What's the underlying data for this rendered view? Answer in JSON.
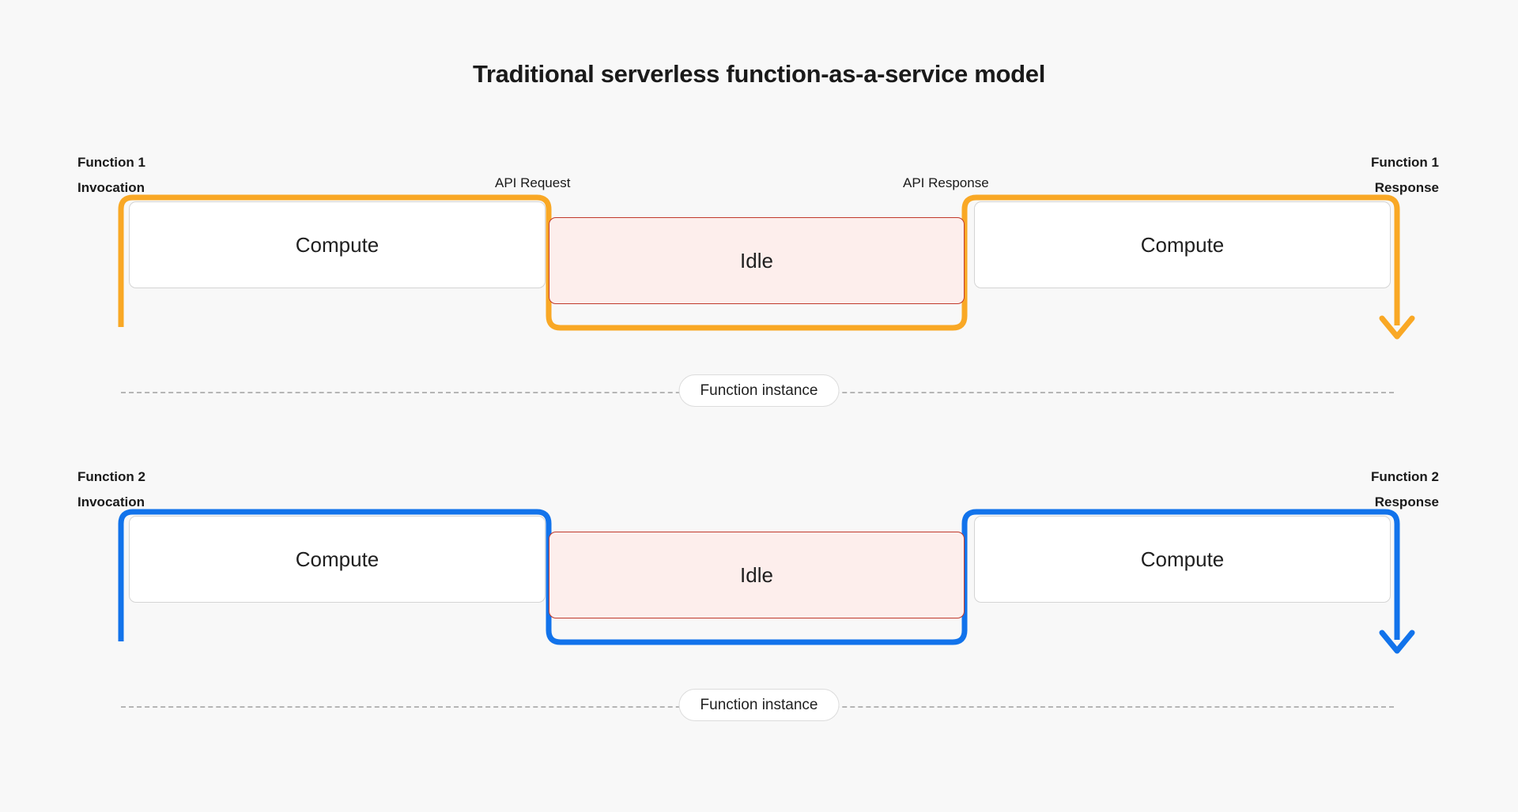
{
  "page": {
    "title": "Traditional serverless function-as-a-service model",
    "background_color": "#f8f8f8"
  },
  "colors": {
    "function_1_accent": "#f9a825",
    "function_2_accent": "#1273eb",
    "idle_fill": "#fdeeec",
    "idle_border": "#c0392b",
    "compute_fill": "#ffffff",
    "compute_border": "#d4d4d4",
    "dashed_line": "#b5b5b5",
    "text": "#1a1a1a"
  },
  "rows": [
    {
      "id": "function-1",
      "accent": "#f9a825",
      "invocation_label": "Function 1\nInvocation",
      "response_label": "Function 1\nResponse",
      "mid_labels": {
        "request": "API Request",
        "response": "API Response"
      },
      "segments": [
        {
          "label": "Compute",
          "state": "compute"
        },
        {
          "label": "Idle",
          "state": "idle"
        },
        {
          "label": "Compute",
          "state": "compute"
        }
      ],
      "instance_label": "Function instance"
    },
    {
      "id": "function-2",
      "accent": "#1273eb",
      "invocation_label": "Function 2\nInvocation",
      "response_label": "Function 2\nResponse",
      "mid_labels": {
        "request": "",
        "response": ""
      },
      "segments": [
        {
          "label": "Compute",
          "state": "compute"
        },
        {
          "label": "Idle",
          "state": "idle"
        },
        {
          "label": "Compute",
          "state": "compute"
        }
      ],
      "instance_label": "Function instance"
    }
  ]
}
